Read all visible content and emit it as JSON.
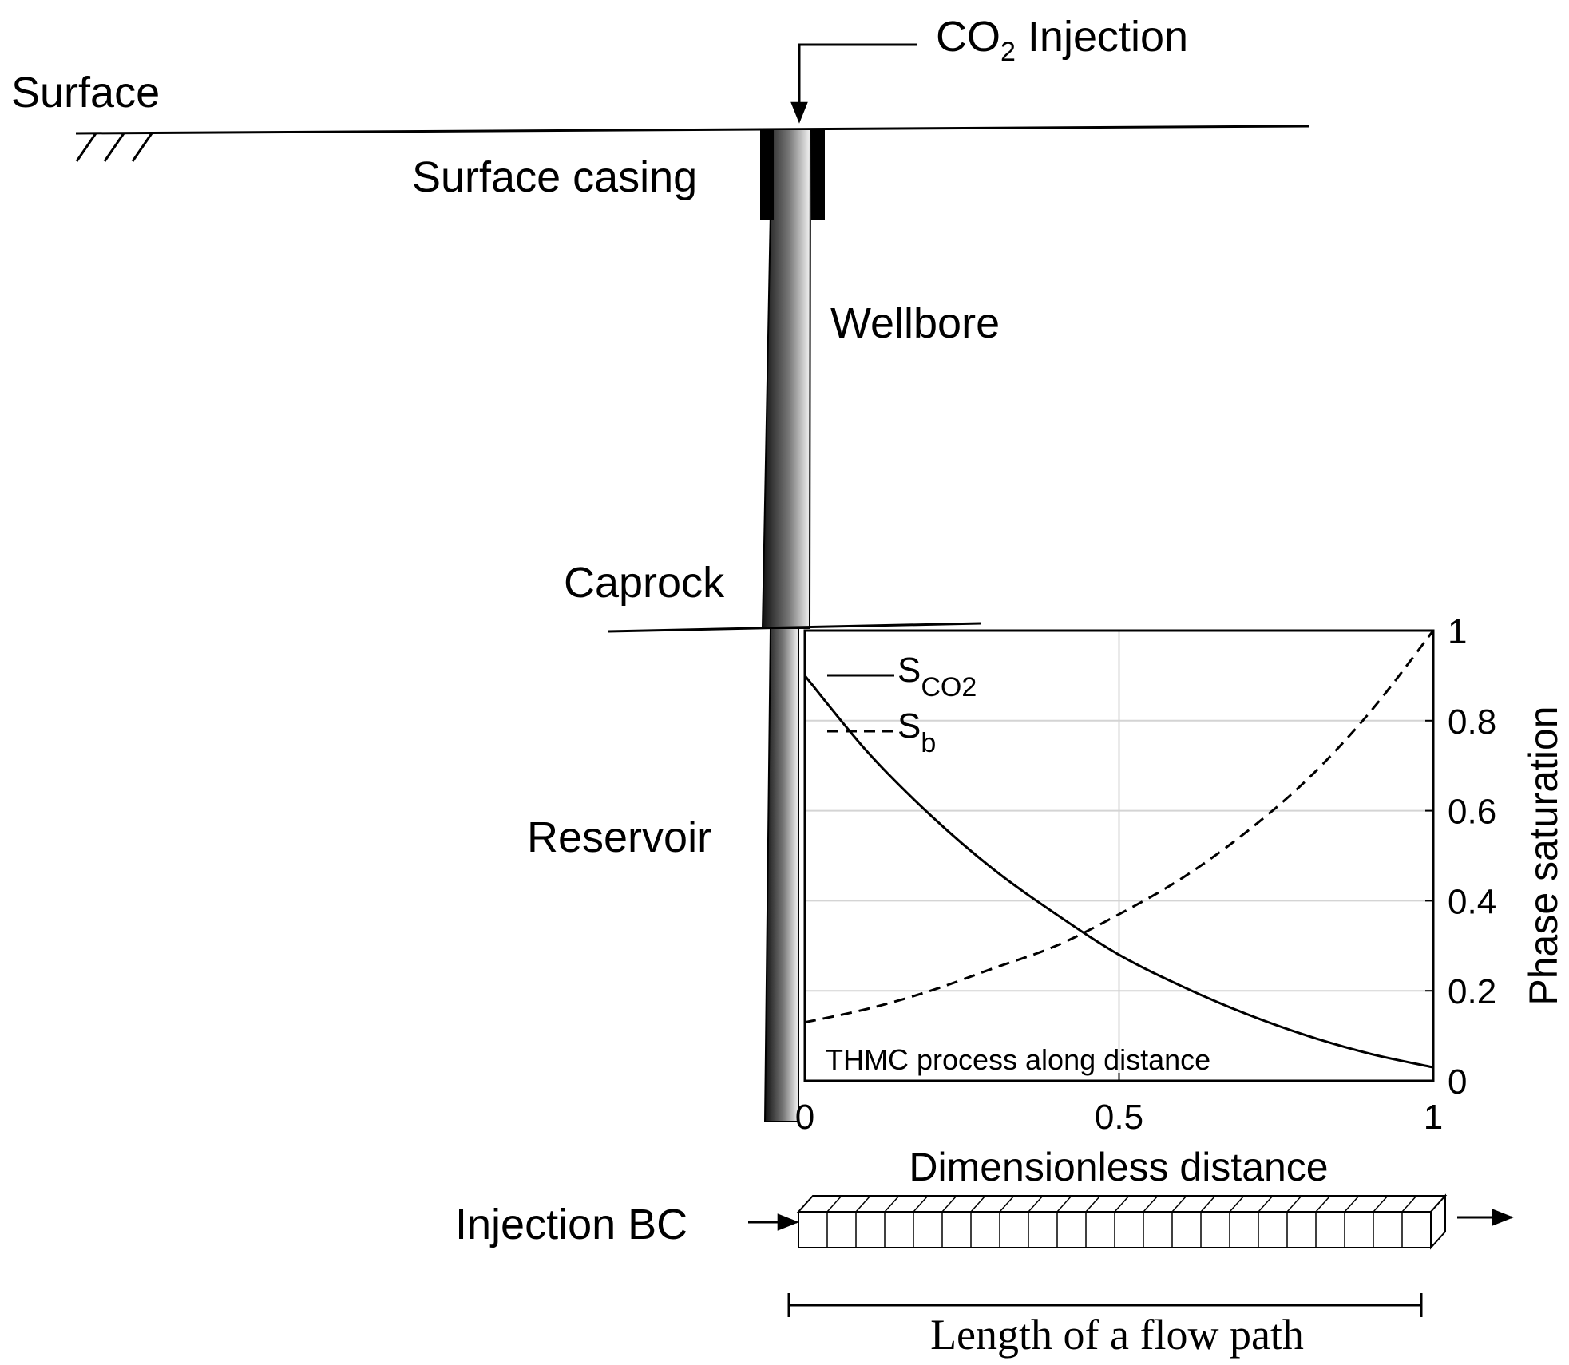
{
  "labels": {
    "co2_main": "CO",
    "co2_sub": "2",
    "co2_rest": " Injection",
    "surface": "Surface",
    "surface_casing": "Surface casing",
    "wellbore": "Wellbore",
    "caprock": "Caprock",
    "reservoir": "Reservoir",
    "injection_bc": "Injection BC",
    "flow_path": "Length of a flow path"
  },
  "chart_data": {
    "type": "line",
    "annotation": "THMC process along distance",
    "xlabel": "Dimensionless distance",
    "ylabel": "Phase saturation",
    "xlim": [
      0,
      1
    ],
    "ylim": [
      0,
      1
    ],
    "xticks": [
      "0",
      "0.5",
      "1"
    ],
    "yticks": [
      "0",
      "0.2",
      "0.4",
      "0.6",
      "0.8",
      "1"
    ],
    "grid": true,
    "legend": "top-left",
    "series": [
      {
        "label_main": "S",
        "label_sub": "CO2",
        "style": "solid",
        "x": [
          0,
          0.1,
          0.2,
          0.3,
          0.4,
          0.5,
          0.6,
          0.7,
          0.8,
          0.9,
          1.0
        ],
        "y": [
          0.9,
          0.73,
          0.59,
          0.47,
          0.37,
          0.28,
          0.21,
          0.15,
          0.1,
          0.06,
          0.03
        ]
      },
      {
        "label_main": "S",
        "label_sub": "b",
        "style": "dashed",
        "x": [
          0,
          0.1,
          0.2,
          0.3,
          0.4,
          0.5,
          0.6,
          0.7,
          0.8,
          0.9,
          1.0
        ],
        "y": [
          0.13,
          0.16,
          0.2,
          0.25,
          0.3,
          0.37,
          0.45,
          0.55,
          0.67,
          0.82,
          1.0
        ]
      }
    ]
  }
}
